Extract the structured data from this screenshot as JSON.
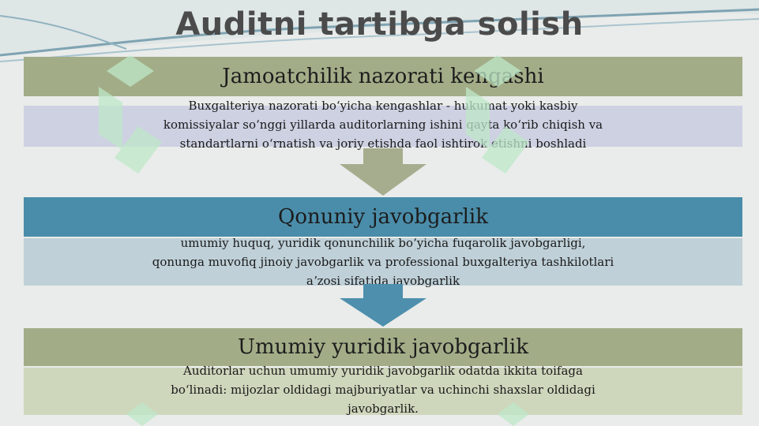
{
  "colors": {
    "background": "#e9ecea",
    "green_header": "#a2ad88",
    "blue_header": "#4a8daa",
    "green_body": "#c9d3b4",
    "lavender_body": "#c8cde0",
    "blue_body": "#b7cbd5",
    "arrow_green": "#a6ad8e",
    "arrow_blue": "#4d8fad",
    "watermark": "#bfe8c9"
  },
  "slide": {
    "title": "Auditni tartibga solish",
    "sections": [
      {
        "heading": "Jamoatchilik nazorati kengashi",
        "lines": [
          "Buxgalteriya nazorati boʻyicha kengashlar - hukumat yoki kasbiy",
          "komissiyalar soʻnggi yillarda auditorlarning ishini qayta koʻrib chiqish va",
          "standartlarni oʻrnatish va joriy etishda faol ishtirok etishni boshladi"
        ]
      },
      {
        "heading": "Qonuniy javobgarlik",
        "lines": [
          "umumiy huquq, yuridik qonunchilik boʻyicha fuqarolik javobgarligi,",
          "qonunga muvofiq jinoiy javobgarlik va professional buxgalteriya tashkilotlari",
          "aʼzosi sifatida javobgarlik"
        ]
      },
      {
        "heading": "Umumiy  yuridik javobgarlik",
        "lines": [
          "Auditorlar uchun umumiy yuridik javobgarlik odatda ikkita toifaga",
          "boʻlinadi: mijozlar oldidagi majburiyatlar va uchinchi shaxslar oldidagi",
          "javobgarlik."
        ]
      }
    ]
  }
}
